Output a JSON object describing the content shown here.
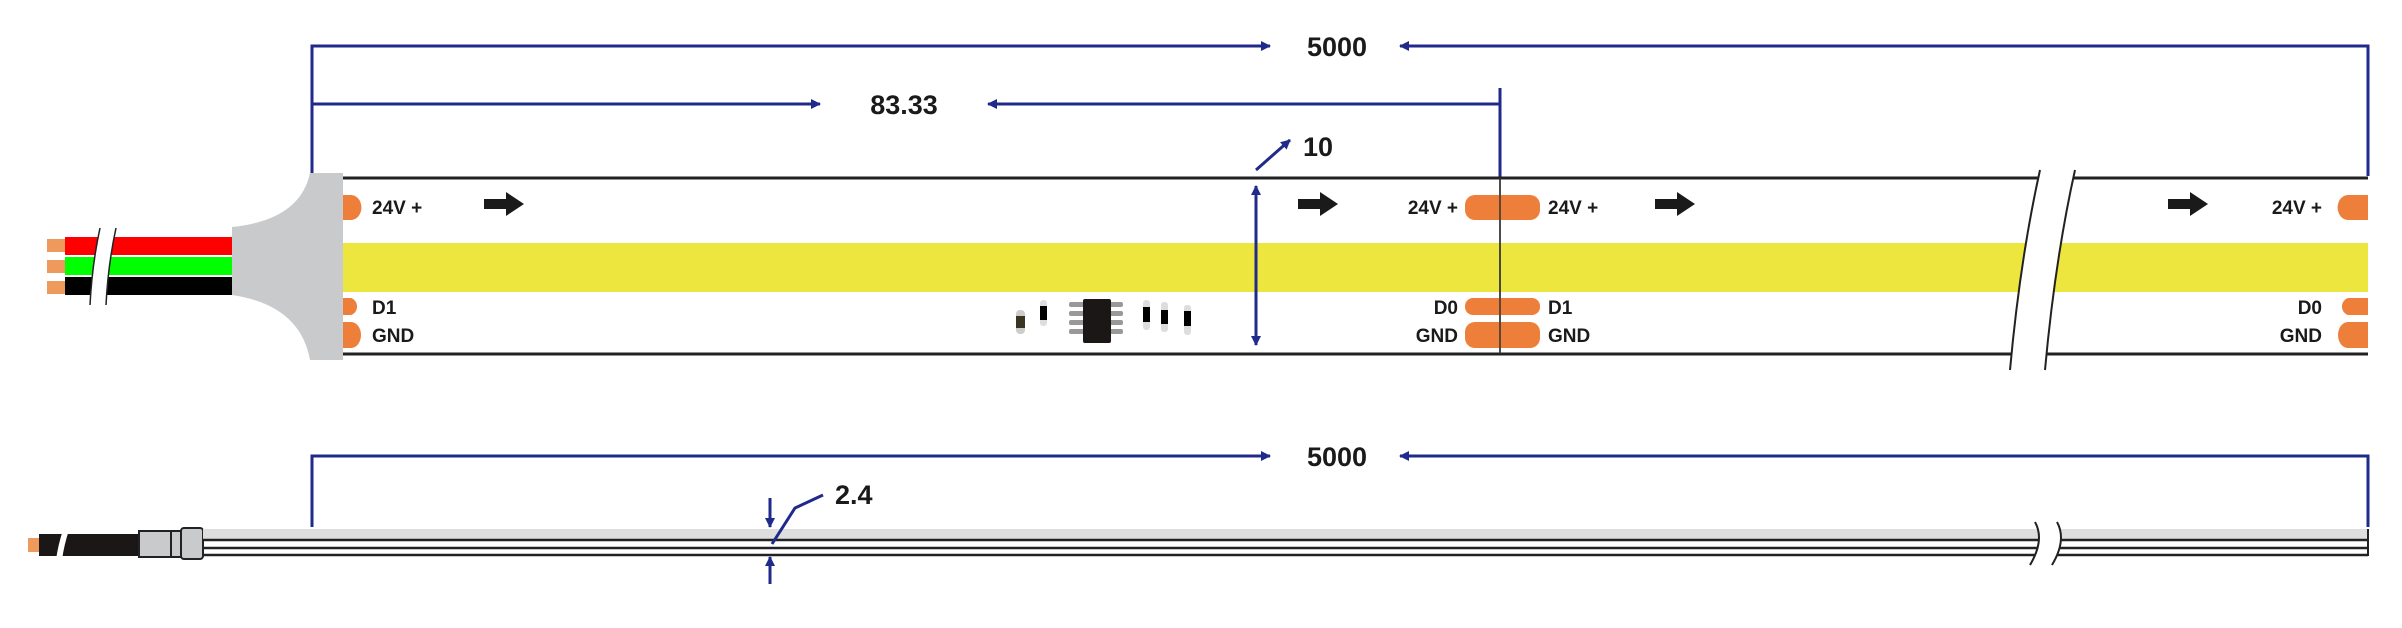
{
  "dimensions": {
    "total_length_top": "5000",
    "segment_length": "83.33",
    "width": "10",
    "total_length_side": "5000",
    "thickness": "2.4"
  },
  "pads": {
    "vplus": "24V +",
    "d1": "D1",
    "d0": "D0",
    "gnd": "GND"
  },
  "colors": {
    "dimension": "#1f2a8a",
    "cob_band": "#ede63e",
    "pad": "#ee7f3b",
    "wire_red": "#ff0000",
    "wire_green": "#00ff00",
    "wire_black": "#000000",
    "connector": "#c8cacc"
  }
}
